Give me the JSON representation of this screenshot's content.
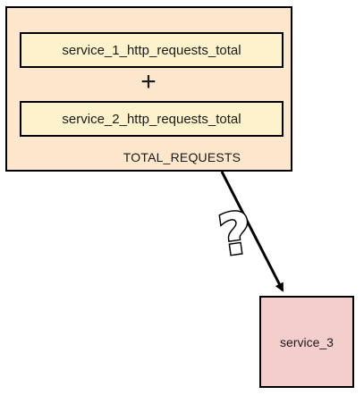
{
  "group": {
    "label": "TOTAL_REQUESTS",
    "metric_1": "service_1_http_requests_total",
    "operator": "+",
    "metric_2": "service_2_http_requests_total"
  },
  "target": {
    "label": "service_3"
  },
  "edge": {
    "annotation": "?"
  }
}
